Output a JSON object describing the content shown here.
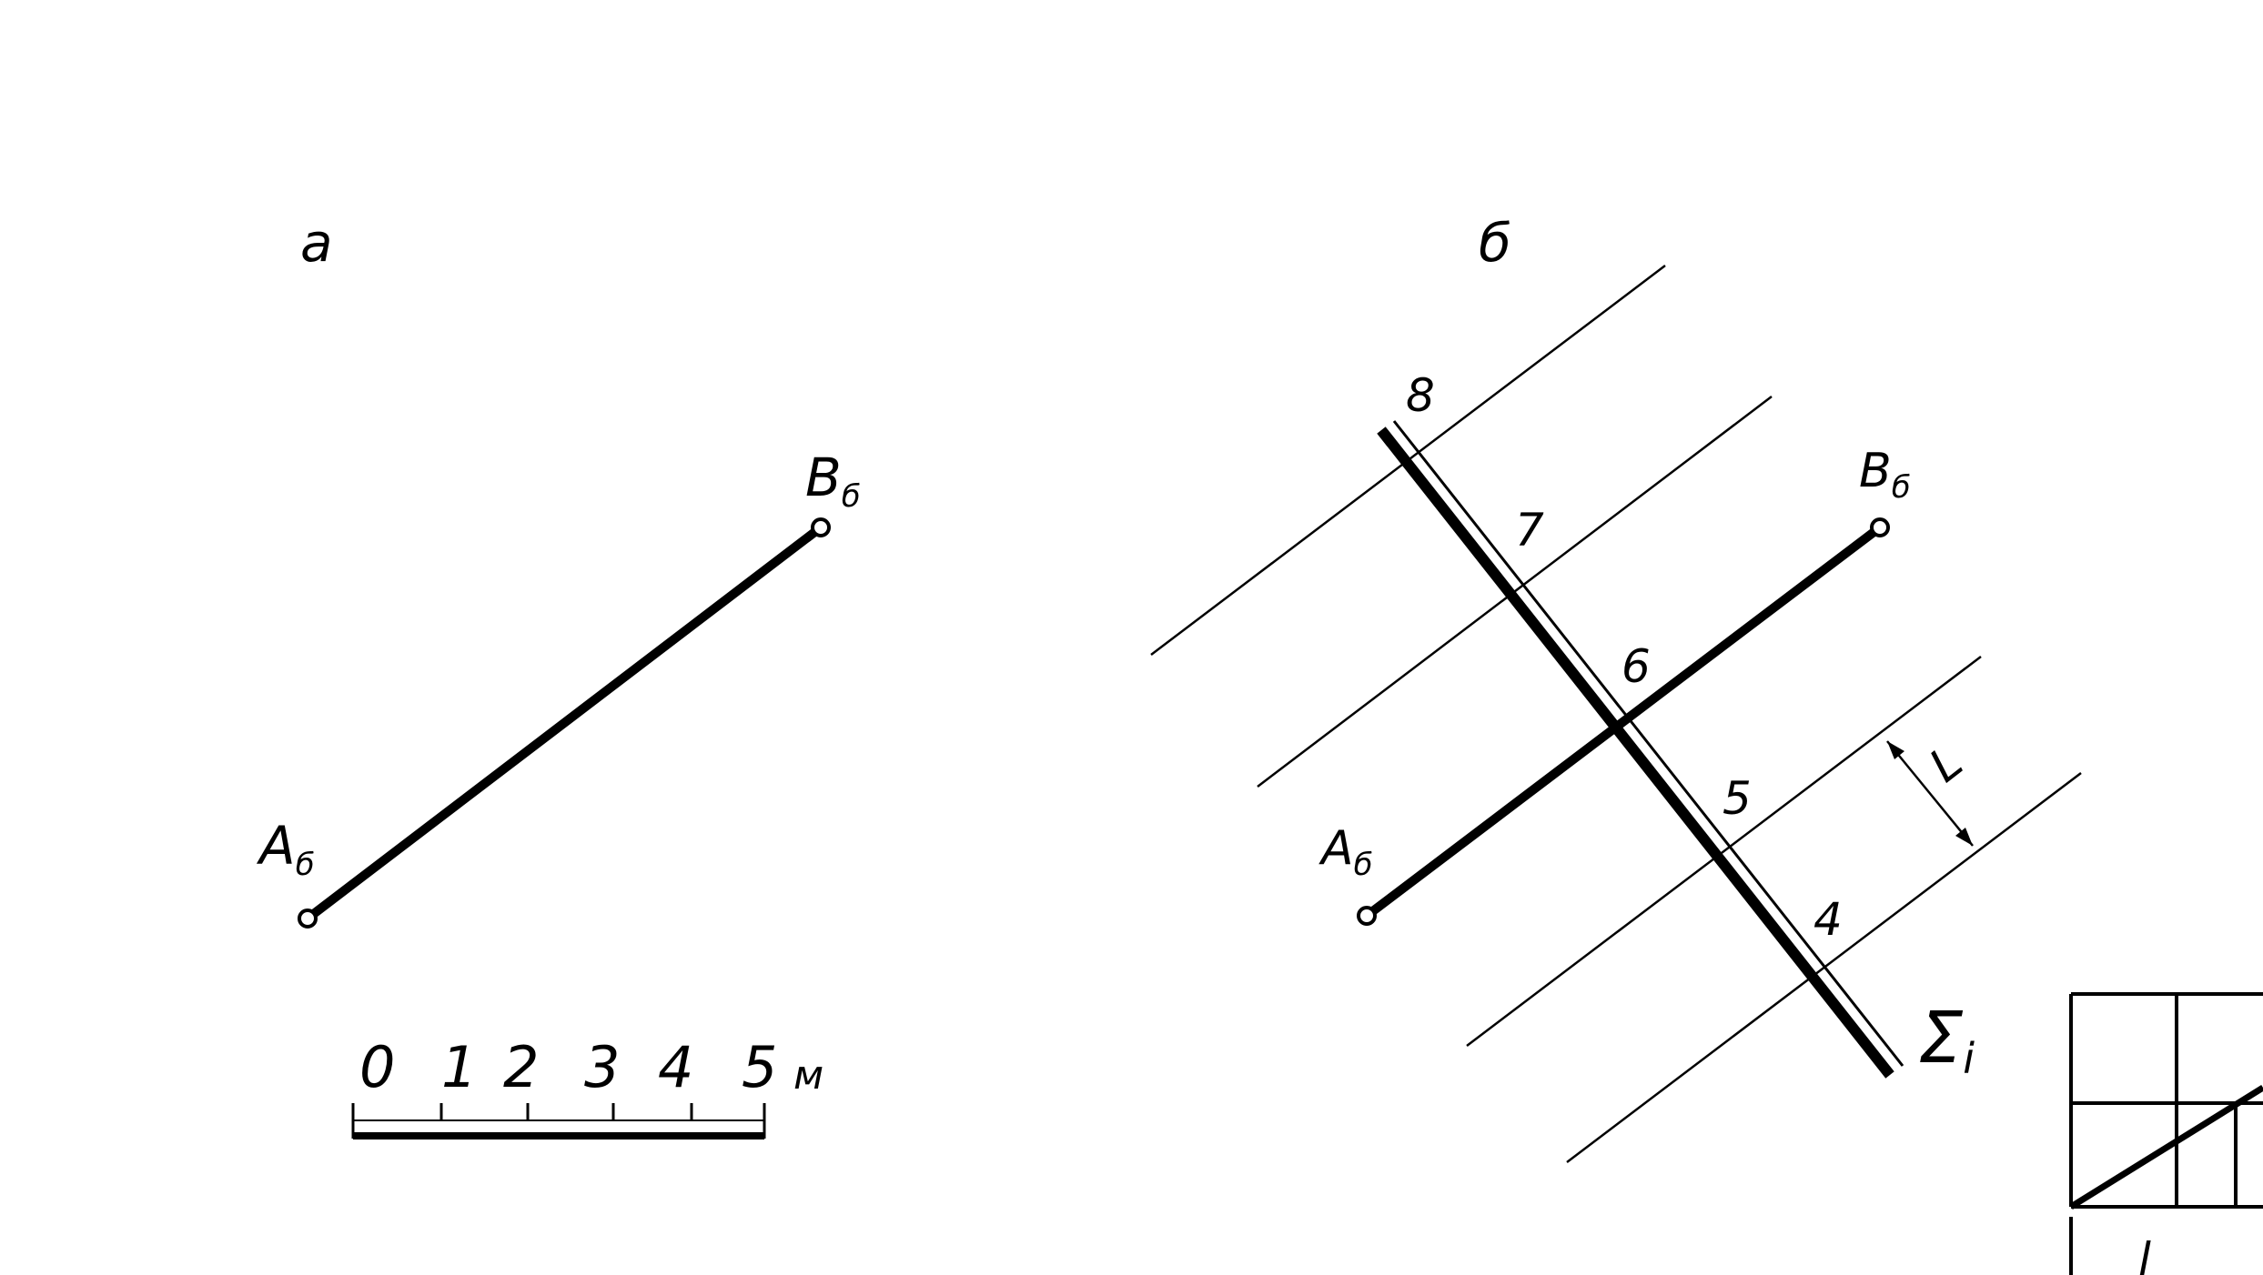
{
  "panels": {
    "a": {
      "label": "а",
      "point_a": {
        "letter": "A",
        "subscript": "б"
      },
      "point_b": {
        "letter": "B",
        "subscript": "б"
      },
      "scale": {
        "ticks": [
          "0",
          "1",
          "2",
          "3",
          "4",
          "5"
        ],
        "unit": "м"
      }
    },
    "b": {
      "label": "б",
      "point_a": {
        "letter": "A",
        "subscript": "б"
      },
      "point_b": {
        "letter": "B",
        "subscript": "б"
      },
      "contour_numbers": [
        "8",
        "7",
        "6",
        "5",
        "4"
      ],
      "section_label": {
        "letter": "Σ",
        "subscript": "i"
      },
      "interval_label": "L"
    },
    "c": {
      "label": "l"
    }
  }
}
